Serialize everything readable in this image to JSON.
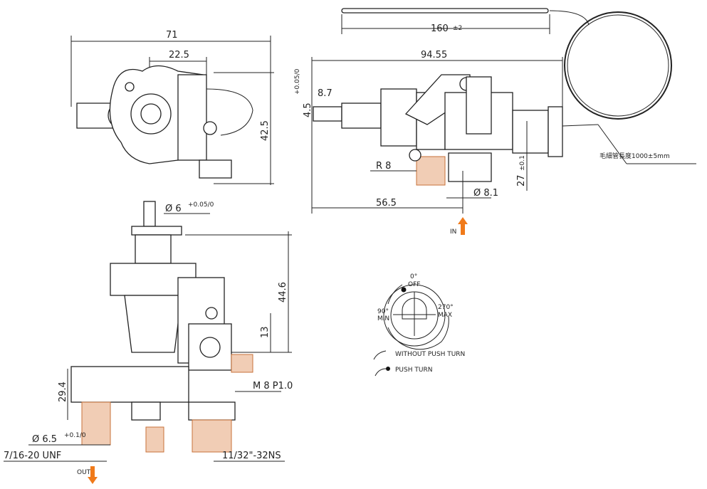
{
  "top_view": {
    "width": "71",
    "offset": "22.5",
    "height": "42.5"
  },
  "capillary": {
    "length": "160",
    "length_tol": "±2"
  },
  "side_view": {
    "overall": "94.55",
    "shaft_dia": "4.5",
    "shaft_tol": "+0.05/0",
    "shaft_len": "8.7",
    "radius": "R 8",
    "height": "27",
    "height_tol": "±0.1",
    "inlet_dia": "Ø 8.1",
    "inlet_pos": "56.5",
    "capillary_note": "毛細管長度1000±5mm",
    "in_label": "IN"
  },
  "front_view": {
    "shaft_dia": "Ø 6",
    "shaft_tol": "+0.05/0",
    "height": "44.6",
    "offset": "13",
    "thread_m": "M 8 P1.0",
    "outlet_height": "29.4",
    "outlet_dia": "Ø 6.5",
    "outlet_tol": "+0.1/0",
    "thread_out": "7/16-20 UNF",
    "thread_pilot": "11/32\"-32NS",
    "out_label": "OUT"
  },
  "dial": {
    "off": "0°",
    "off_label": "OFF",
    "min": "90°",
    "min_label": "MIN",
    "max": "270°",
    "max_label": "MAX",
    "legend_without": "WITHOUT PUSH TURN",
    "legend_push": "PUSH TURN"
  },
  "colors": {
    "arrow": "#f07a1a",
    "hatch": "#f1cdb5"
  }
}
